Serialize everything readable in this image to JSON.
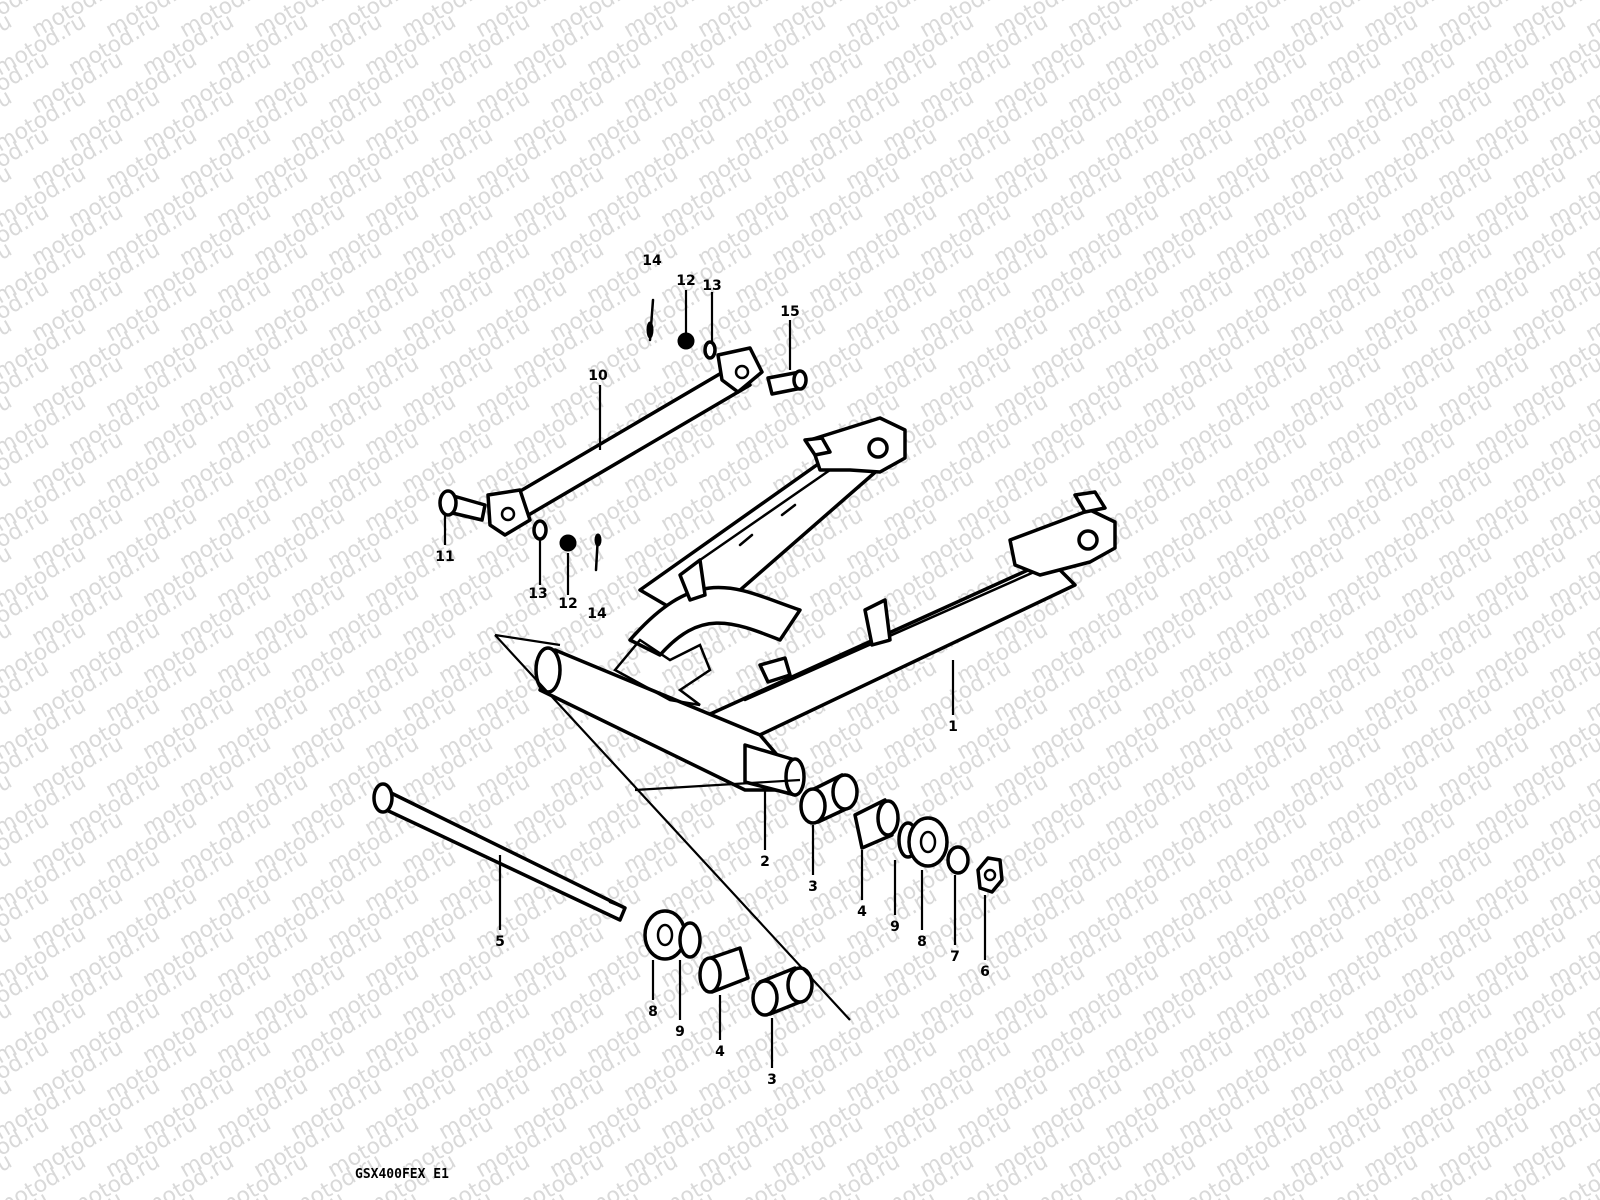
{
  "watermark": "motod.ru",
  "diagram_code": "GSX400FEX E1",
  "callouts": {
    "c1": "1",
    "c2": "2",
    "c3a": "3",
    "c3b": "3",
    "c4a": "4",
    "c4b": "4",
    "c5": "5",
    "c6": "6",
    "c7": "7",
    "c8a": "8",
    "c8b": "8",
    "c9a": "9",
    "c9b": "9",
    "c10": "10",
    "c11": "11",
    "c12a": "12",
    "c12b": "12",
    "c13a": "13",
    "c13b": "13",
    "c14a": "14",
    "c14b": "14",
    "c15": "15"
  }
}
